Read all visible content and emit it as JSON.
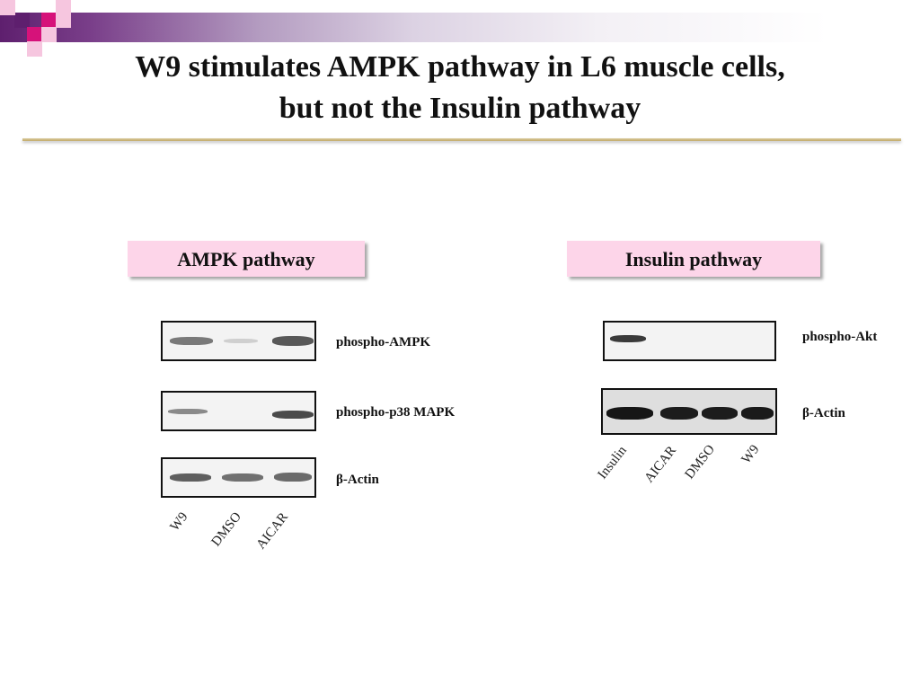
{
  "slide": {
    "title_line1": "W9 stimulates AMPK pathway in L6 muscle cells,",
    "title_line2": "but not the Insulin pathway"
  },
  "ampk_panel": {
    "heading": "AMPK pathway",
    "blots": [
      {
        "label": "phospho-AMPK"
      },
      {
        "label": "phospho-p38 MAPK"
      },
      {
        "label": "-Actin",
        "prefix_symbol": "β"
      }
    ],
    "lanes": [
      "W9",
      "DMSO",
      "AICAR"
    ]
  },
  "insulin_panel": {
    "heading": "Insulin pathway",
    "blots": [
      {
        "label": "phospho-Akt"
      },
      {
        "label": "-Actin",
        "prefix_symbol": "β"
      }
    ],
    "lanes": [
      "Insulin",
      "AICAR",
      "DMSO",
      "W9"
    ]
  },
  "colors": {
    "heading_box": "#fdd5e9",
    "accent_purple": "#5e1f6e",
    "accent_magenta": "#d6127a",
    "rule_gold": "#c2ab6a"
  }
}
